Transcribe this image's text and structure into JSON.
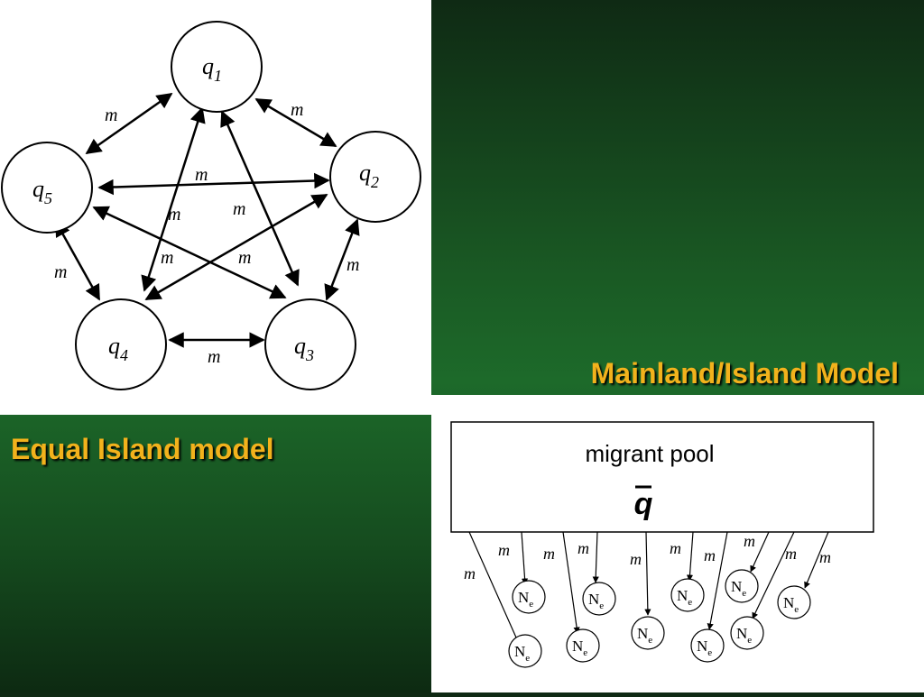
{
  "captions": {
    "mainland": "Mainland/Island Model",
    "equal": "Equal Island model"
  },
  "equal_island": {
    "nodes": [
      {
        "id": "q1",
        "label": "q",
        "sub": "1"
      },
      {
        "id": "q2",
        "label": "q",
        "sub": "2"
      },
      {
        "id": "q3",
        "label": "q",
        "sub": "3"
      },
      {
        "id": "q4",
        "label": "q",
        "sub": "4"
      },
      {
        "id": "q5",
        "label": "q",
        "sub": "5"
      }
    ],
    "edge_label": "m"
  },
  "mainland_island": {
    "pool_title": "migrant pool",
    "pool_symbol": "q",
    "edge_label": "m",
    "node_label": "N",
    "node_sub": "e"
  },
  "colors": {
    "caption": "#f2b21c",
    "diagram_line": "#000000",
    "panel": "#ffffff"
  }
}
